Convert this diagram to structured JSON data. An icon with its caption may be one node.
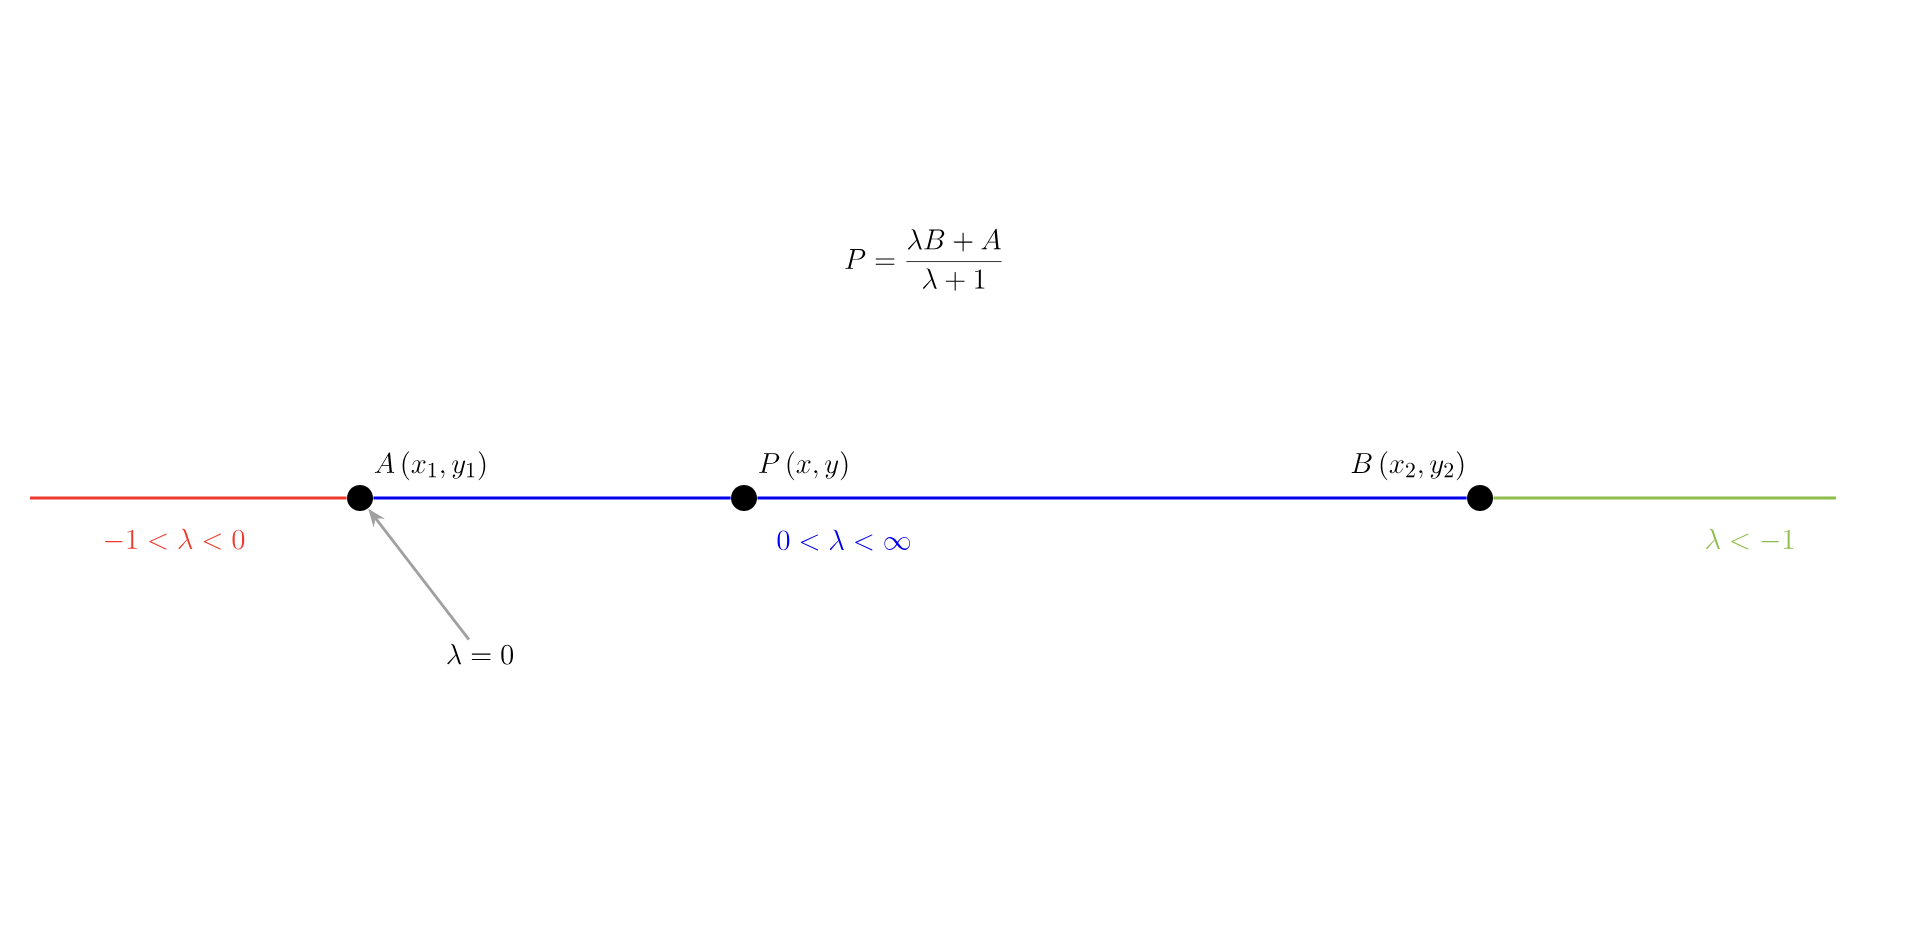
{
  "diagram": {
    "nodes": [
      {
        "text": [
          "A\\left(x_1,y_1\\right)"
        ]
      },
      {
        "text": [
          "P\\left(x,y\\right)"
        ]
      },
      {
        "text": [
          "B\\left(x_2,y_2\\right)"
        ]
      },
      {
        "text": [
          "\\lambda=0"
        ]
      }
    ],
    "edges": [
      {
        "from": null,
        "to": 0,
        "arrow": "none",
        "color": "#ee3b2e",
        "label": "-1<\\lambda<0"
      },
      {
        "from": 0,
        "to": 1,
        "arrow": "none",
        "color": "#0000ee"
      },
      {
        "from": 1,
        "to": 2,
        "arrow": "none",
        "color": "#0000ee",
        "label": "0<\\lambda<\\infty"
      },
      {
        "from": 2,
        "to": null,
        "arrow": "none",
        "color": "#8dbd4a",
        "label": "\\lambda<-1"
      },
      {
        "from": 3,
        "to": 0,
        "arrow": "to",
        "color": "#a0a0a0"
      }
    ],
    "labels": [
      "P=\\frac{\\lambda B+A}{\\lambda+1}"
    ]
  }
}
